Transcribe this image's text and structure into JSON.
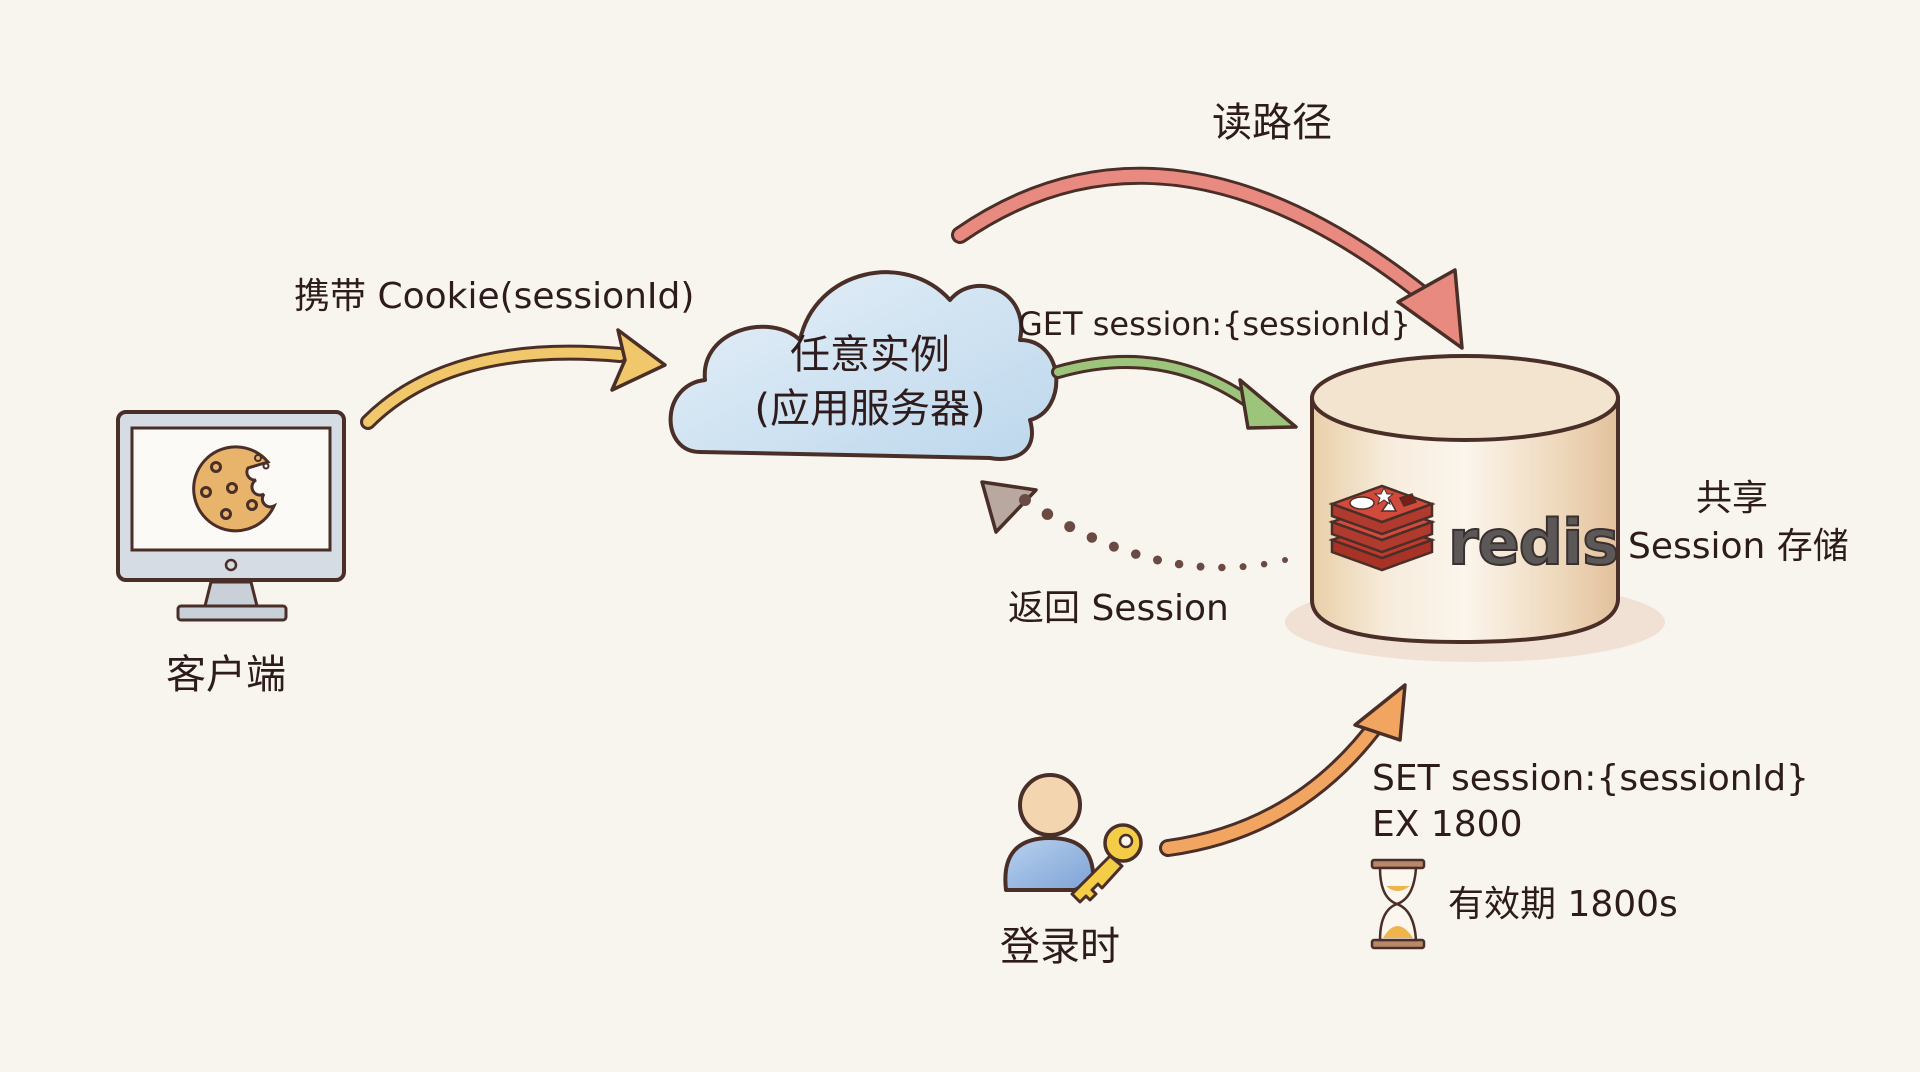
{
  "diagram": {
    "title": "Redis 共享 Session 存储流程",
    "nodes": {
      "client": {
        "label": "客户端",
        "icon": "monitor-with-cookie"
      },
      "app_server": {
        "line1": "任意实例",
        "line2": "(应用服务器)",
        "icon": "cloud"
      },
      "redis": {
        "logo_text": "redis",
        "caption_line1": "共享",
        "caption_line2": "Session 存储",
        "icon": "database-cylinder"
      },
      "login": {
        "label": "登录时",
        "icon": "user-with-key"
      }
    },
    "edges": {
      "client_to_server": {
        "label": "携带 Cookie(sessionId)",
        "color": "#f0c76a"
      },
      "read_path": {
        "label": "读路径",
        "color": "#e88a80"
      },
      "get_session": {
        "label": "GET session:{sessionId}",
        "color": "#9cc47a"
      },
      "return_session": {
        "label": "返回 Session",
        "style": "dotted",
        "color": "#6b4a44"
      },
      "login_set": {
        "line1": "SET session:{sessionId}",
        "line2": "EX 1800",
        "color": "#f2a560"
      }
    },
    "ttl": {
      "label": "有效期 1800s",
      "icon": "hourglass"
    },
    "colors": {
      "background": "#f8f5ee",
      "outline": "#4a2e28",
      "text": "#2e1c1c",
      "cloud_fill": "#cfe3f2",
      "redis_red": "#d24a3c",
      "cylinder_fill": "#f3e4cf"
    }
  }
}
